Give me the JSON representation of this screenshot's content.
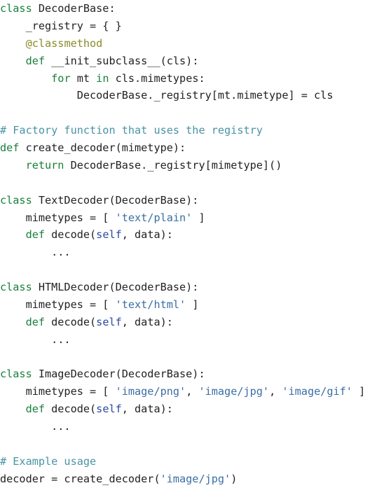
{
  "editor": {
    "lines": [
      [
        {
          "t": "kw",
          "v": "class"
        },
        {
          "t": "tx",
          "v": " DecoderBase:"
        }
      ],
      [
        {
          "t": "tx",
          "v": "    _registry = { }"
        }
      ],
      [
        {
          "t": "tx",
          "v": "    "
        },
        {
          "t": "dec",
          "v": "@classmethod"
        }
      ],
      [
        {
          "t": "tx",
          "v": "    "
        },
        {
          "t": "kw",
          "v": "def"
        },
        {
          "t": "tx",
          "v": " __init_subclass__(cls):"
        }
      ],
      [
        {
          "t": "tx",
          "v": "        "
        },
        {
          "t": "kw",
          "v": "for"
        },
        {
          "t": "tx",
          "v": " mt "
        },
        {
          "t": "kw",
          "v": "in"
        },
        {
          "t": "tx",
          "v": " cls.mimetypes:"
        }
      ],
      [
        {
          "t": "tx",
          "v": "            DecoderBase._registry[mt.mimetype] = cls"
        }
      ],
      [],
      [
        {
          "t": "com",
          "v": "# Factory function that uses the registry"
        }
      ],
      [
        {
          "t": "kw",
          "v": "def"
        },
        {
          "t": "tx",
          "v": " create_decoder(mimetype):"
        }
      ],
      [
        {
          "t": "tx",
          "v": "    "
        },
        {
          "t": "kw",
          "v": "return"
        },
        {
          "t": "tx",
          "v": " DecoderBase._registry[mimetype]()"
        }
      ],
      [],
      [
        {
          "t": "kw",
          "v": "class"
        },
        {
          "t": "tx",
          "v": " TextDecoder(DecoderBase):"
        }
      ],
      [
        {
          "t": "tx",
          "v": "    mimetypes = [ "
        },
        {
          "t": "str",
          "v": "'text/plain'"
        },
        {
          "t": "tx",
          "v": " ]"
        }
      ],
      [
        {
          "t": "tx",
          "v": "    "
        },
        {
          "t": "kw",
          "v": "def"
        },
        {
          "t": "tx",
          "v": " decode("
        },
        {
          "t": "self",
          "v": "self"
        },
        {
          "t": "tx",
          "v": ", data):"
        }
      ],
      [
        {
          "t": "tx",
          "v": "        ..."
        }
      ],
      [],
      [
        {
          "t": "kw",
          "v": "class"
        },
        {
          "t": "tx",
          "v": " HTMLDecoder(DecoderBase):"
        }
      ],
      [
        {
          "t": "tx",
          "v": "    mimetypes = [ "
        },
        {
          "t": "str",
          "v": "'text/html'"
        },
        {
          "t": "tx",
          "v": " ]"
        }
      ],
      [
        {
          "t": "tx",
          "v": "    "
        },
        {
          "t": "kw",
          "v": "def"
        },
        {
          "t": "tx",
          "v": " decode("
        },
        {
          "t": "self",
          "v": "self"
        },
        {
          "t": "tx",
          "v": ", data):"
        }
      ],
      [
        {
          "t": "tx",
          "v": "        ..."
        }
      ],
      [],
      [
        {
          "t": "kw",
          "v": "class"
        },
        {
          "t": "tx",
          "v": " ImageDecoder(DecoderBase):"
        }
      ],
      [
        {
          "t": "tx",
          "v": "    mimetypes = [ "
        },
        {
          "t": "str",
          "v": "'image/png'"
        },
        {
          "t": "tx",
          "v": ", "
        },
        {
          "t": "str",
          "v": "'image/jpg'"
        },
        {
          "t": "tx",
          "v": ", "
        },
        {
          "t": "str",
          "v": "'image/gif'"
        },
        {
          "t": "tx",
          "v": " ]"
        }
      ],
      [
        {
          "t": "tx",
          "v": "    "
        },
        {
          "t": "kw",
          "v": "def"
        },
        {
          "t": "tx",
          "v": " decode("
        },
        {
          "t": "self",
          "v": "self"
        },
        {
          "t": "tx",
          "v": ", data):"
        }
      ],
      [
        {
          "t": "tx",
          "v": "        ..."
        }
      ],
      [],
      [
        {
          "t": "com",
          "v": "# Example usage"
        }
      ],
      [
        {
          "t": "tx",
          "v": "decoder = create_decoder("
        },
        {
          "t": "str",
          "v": "'image/jpg'"
        },
        {
          "t": "tx",
          "v": ")"
        }
      ]
    ]
  },
  "colors": {
    "keyword": "#1a7f3c",
    "comment": "#4a93a5",
    "string": "#3b6ea5",
    "decorator": "#8a8a28",
    "self": "#2b4aa0",
    "text": "#222222",
    "background": "#ffffff"
  }
}
